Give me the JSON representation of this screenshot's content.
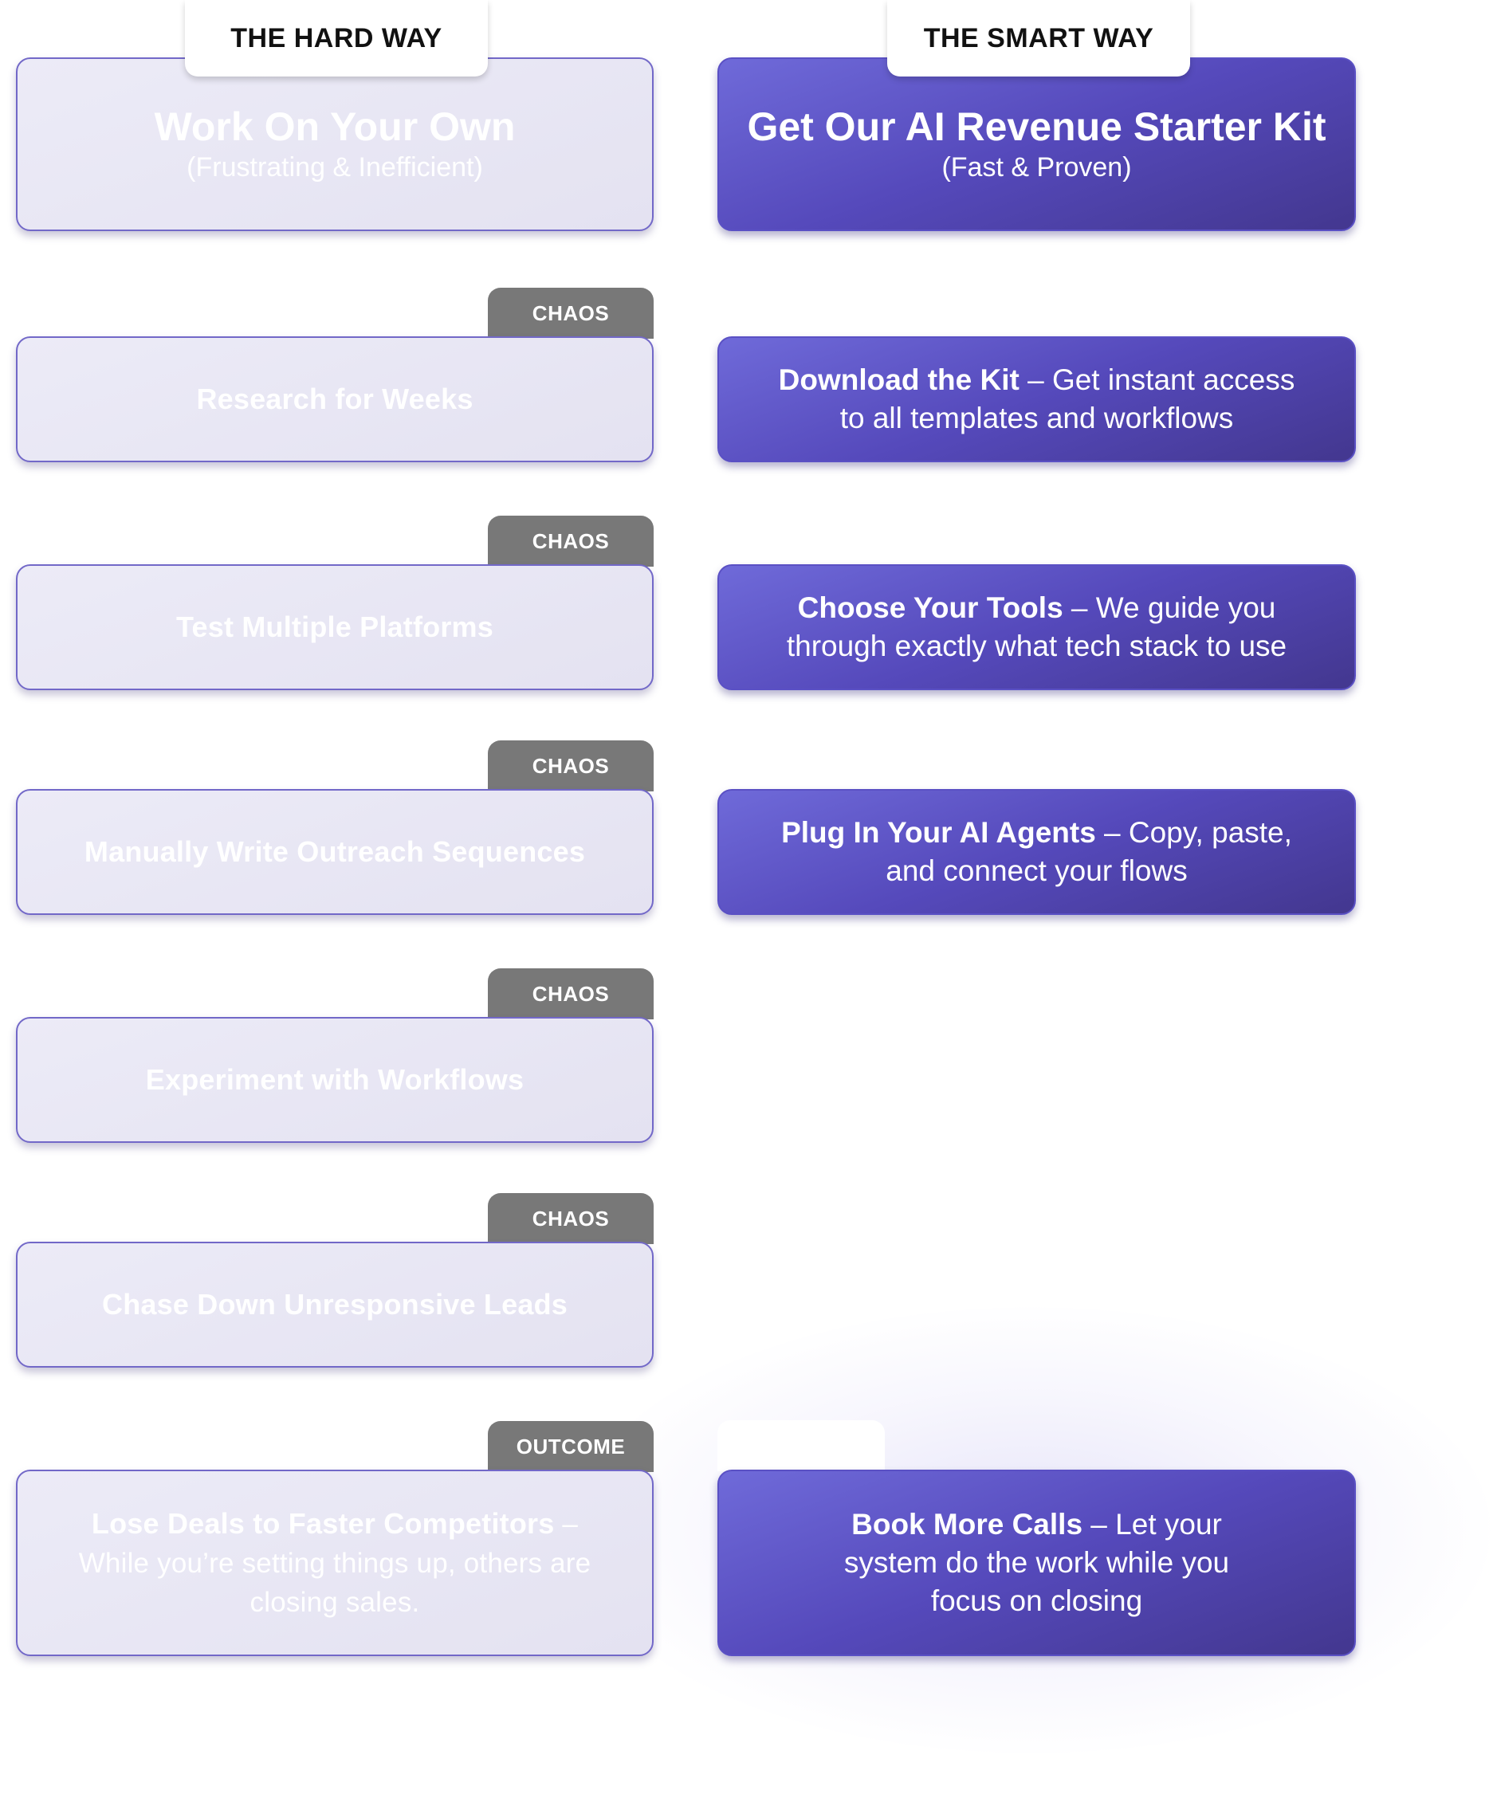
{
  "left_column": {
    "heading": "THE HARD WAY",
    "header_card": {
      "title": "Work On Your Own",
      "subtitle": "(Frustrating & Inefficient)"
    },
    "steps": [
      {
        "tag": "CHAOS",
        "text": "Research for Weeks"
      },
      {
        "tag": "CHAOS",
        "text": "Test Multiple Platforms"
      },
      {
        "tag": "CHAOS",
        "text": "Manually Write Outreach Sequences"
      },
      {
        "tag": "CHAOS",
        "text": "Experiment with Workflows"
      },
      {
        "tag": "CHAOS",
        "text": "Chase Down Unresponsive Leads"
      }
    ],
    "outcome": {
      "tag": "OUTCOME",
      "title": "Lose Deals to Faster Competitors",
      "separator": " – ",
      "desc": "While you’re setting things up, others are closing sales."
    }
  },
  "right_column": {
    "heading": "THE SMART WAY",
    "header_card": {
      "title": "Get Our AI Revenue Starter Kit",
      "subtitle": "(Fast & Proven)"
    },
    "steps": [
      {
        "title": "Download the Kit",
        "separator": " – ",
        "desc": "Get instant access to all templates and workflows"
      },
      {
        "title": "Choose Your Tools",
        "separator": " – ",
        "desc": "We guide you through exactly what tech stack to use"
      },
      {
        "title": "Plug In Your AI Agents",
        "separator": " – ",
        "desc": "Copy, paste, and connect your flows"
      }
    ],
    "outcome": {
      "title": "Book More Calls",
      "separator": " – ",
      "desc": "Let your system do the work while you focus on closing"
    }
  }
}
